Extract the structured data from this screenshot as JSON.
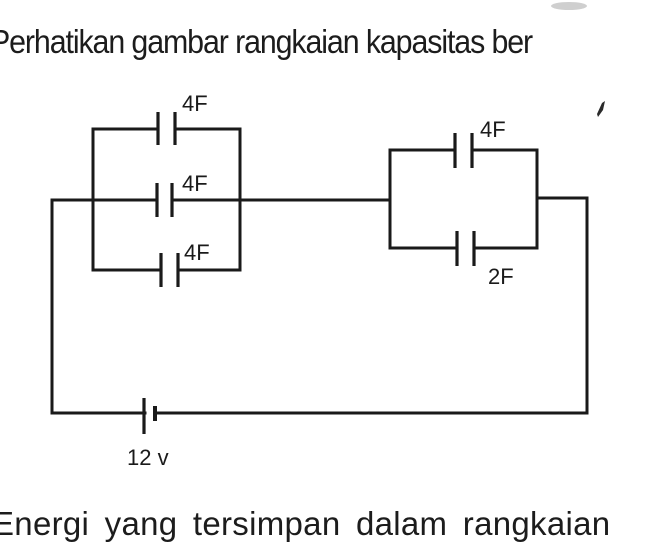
{
  "question": {
    "intro": "Perhatikan gambar rangkaian kapasitas ber",
    "followup": "Energi yang tersimpan dalam rangkaian"
  },
  "circuit": {
    "left_group": {
      "arrangement": "parallel",
      "capacitors": [
        {
          "label": "4F"
        },
        {
          "label": "4F"
        },
        {
          "label": "4F"
        }
      ]
    },
    "right_group": {
      "arrangement": "parallel",
      "capacitors": [
        {
          "label": "4F"
        },
        {
          "label": "2F"
        }
      ]
    },
    "source": {
      "type": "battery",
      "label": "12 v"
    }
  }
}
